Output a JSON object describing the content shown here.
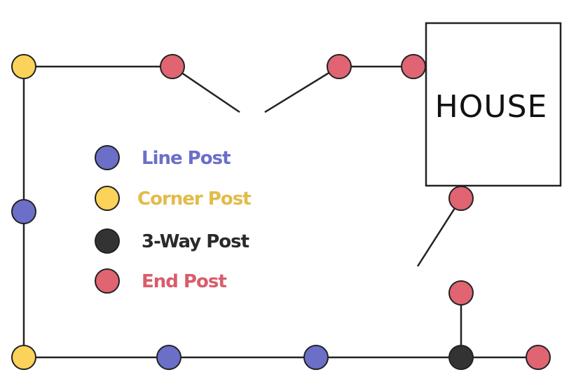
{
  "house": {
    "label": "HOUSE"
  },
  "legend": {
    "line_post": "Line Post",
    "corner_post": "Corner Post",
    "three_way_post": "3-Way Post",
    "end_post": "End Post"
  },
  "colors": {
    "line_post": "#6b6fc8",
    "corner_post": "#fbd35a",
    "three_way_post": "#333333",
    "end_post": "#e06472",
    "line_post_text": "#6b6fc8",
    "corner_post_text": "#e2bb4a",
    "three_way_post_text": "#2a2a2a",
    "end_post_text": "#d95c6a"
  }
}
